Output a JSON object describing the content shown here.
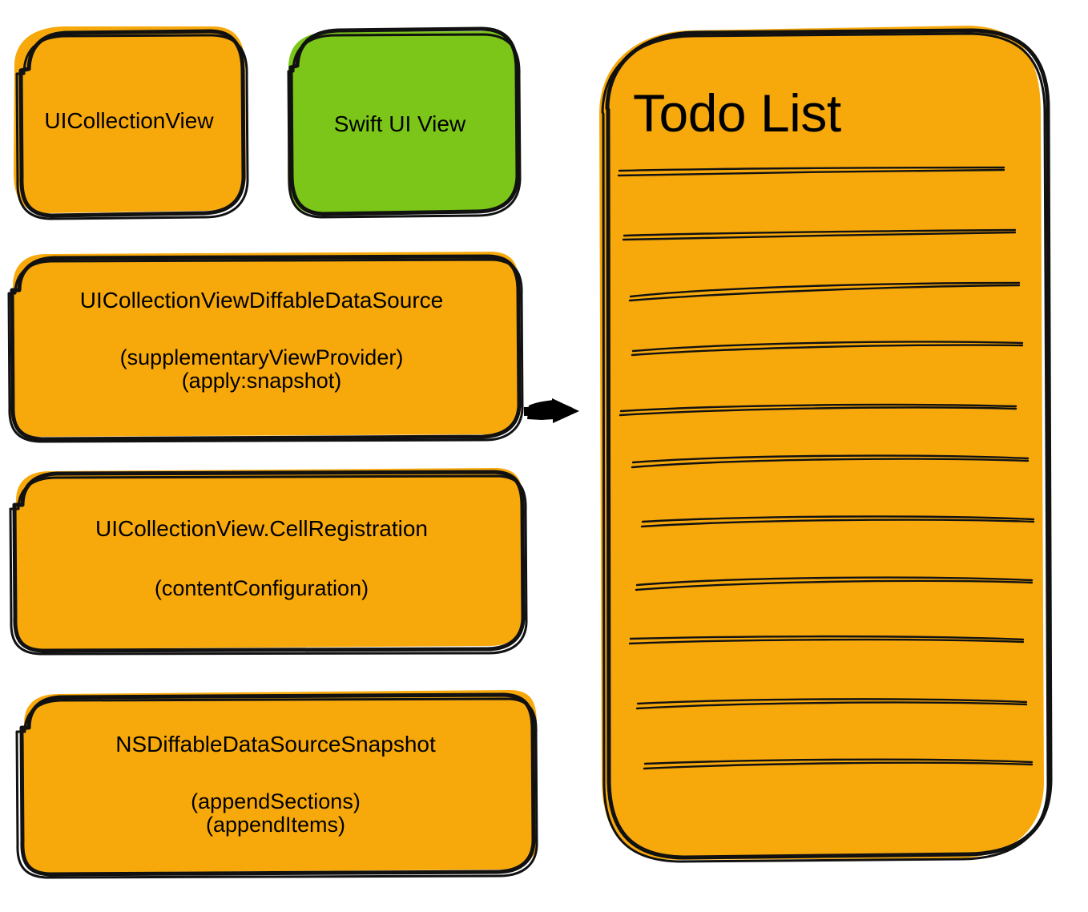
{
  "diagram": {
    "title": "UICollectionView diffable data source flow",
    "type": "flowchart",
    "colors": {
      "node_fill": "#F7A90C",
      "accent_fill": "#7BC618",
      "stroke": "#000000",
      "background": "#FFFFFF",
      "text": "#000000"
    },
    "nodes": [
      {
        "id": "uicollectionview",
        "title": "UICollectionView",
        "subtitle": "",
        "color": "#F7A90C"
      },
      {
        "id": "swiftuiview",
        "title": "Swift UI View",
        "subtitle": "",
        "color": "#7BC618"
      },
      {
        "id": "diffabledatasource",
        "title": "UICollectionViewDiffableDataSource",
        "subtitle": "(supplementaryViewProvider)\n(apply:snapshot)",
        "color": "#F7A90C"
      },
      {
        "id": "cellregistration",
        "title": "UICollectionView.CellRegistration",
        "subtitle": "(contentConfiguration)",
        "color": "#F7A90C"
      },
      {
        "id": "snapshot",
        "title": "NSDiffableDataSourceSnapshot",
        "subtitle": "(appendSections)\n(appendItems)",
        "color": "#F7A90C"
      }
    ],
    "panel": {
      "id": "todo-list-panel",
      "title": "Todo List",
      "color": "#F7A90C",
      "line_count": 11
    },
    "connectors": [
      {
        "id": "arrow-to-todo-list",
        "from": "diffabledatasource",
        "to": "todo-list-panel",
        "shape": "right-arrow",
        "color": "#000000"
      }
    ]
  }
}
